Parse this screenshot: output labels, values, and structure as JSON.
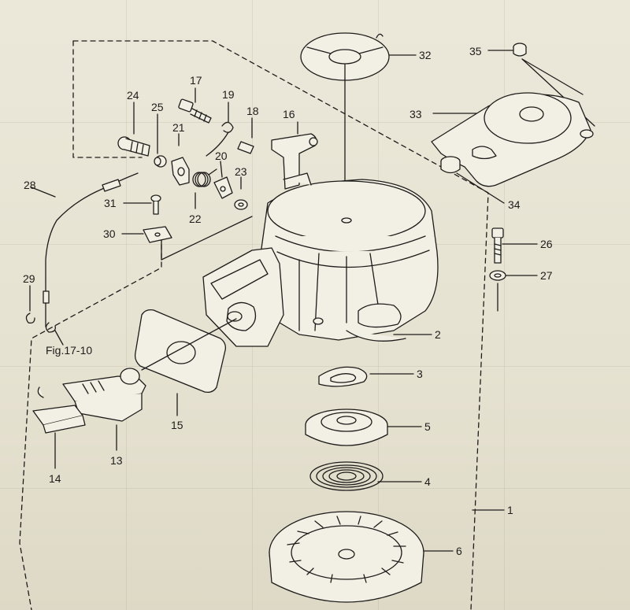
{
  "figure_ref": "Fig.17-10",
  "callouts": {
    "p1": "1",
    "p2": "2",
    "p3": "3",
    "p4": "4",
    "p5": "5",
    "p6": "6",
    "p13": "13",
    "p14": "14",
    "p15": "15",
    "p16": "16",
    "p17": "17",
    "p18": "18",
    "p19": "19",
    "p20": "20",
    "p21": "21",
    "p22": "22",
    "p23": "23",
    "p24": "24",
    "p25": "25",
    "p26": "26",
    "p27": "27",
    "p28": "28",
    "p29": "29",
    "p30": "30",
    "p31": "31",
    "p32": "32",
    "p33": "33",
    "p34": "34",
    "p35": "35"
  },
  "colors": {
    "paper": "#e9e5d6",
    "ink": "#1d1c1a",
    "part_fill": "#f2efe4"
  }
}
